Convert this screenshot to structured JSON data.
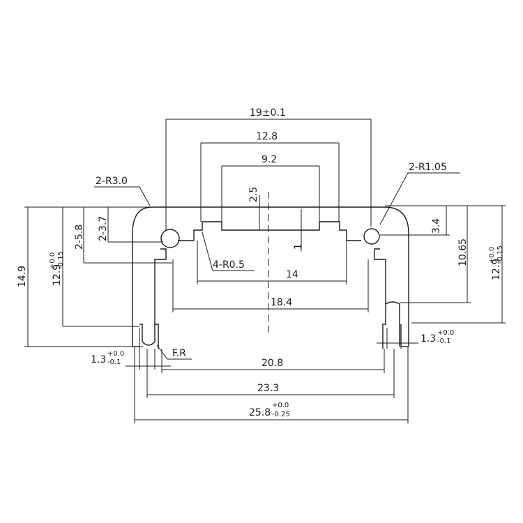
{
  "drawing": {
    "labels": {
      "width_top": "19±0.1",
      "width_12_8": "12.8",
      "width_9_2": "9.2",
      "depth_2_5": "2.5",
      "radius_left": "2-R3.0",
      "radius_right": "2-R1.05",
      "dim_3_7": "2-3.7",
      "dim_5_8": "2-5.8",
      "dim_3_4": "3.4",
      "dim_1": "1",
      "dim_4_r0_5": "4-R0.5",
      "width_14": "14",
      "width_18_4": "18.4",
      "height_10_65": "10.65",
      "height_14_9": "14.9",
      "height_12_9_base": "12.9",
      "tol_plus_0_0": "+0.0",
      "tol_minus_0_15": "-0.15",
      "slot_1_3_base": "1.3",
      "tol_minus_0_1": "-0.1",
      "fr": "F.R",
      "width_20_8": "20.8",
      "width_23_3": "23.3",
      "width_25_8_base": "25.8",
      "tol_minus_0_25": "-0.25"
    }
  }
}
